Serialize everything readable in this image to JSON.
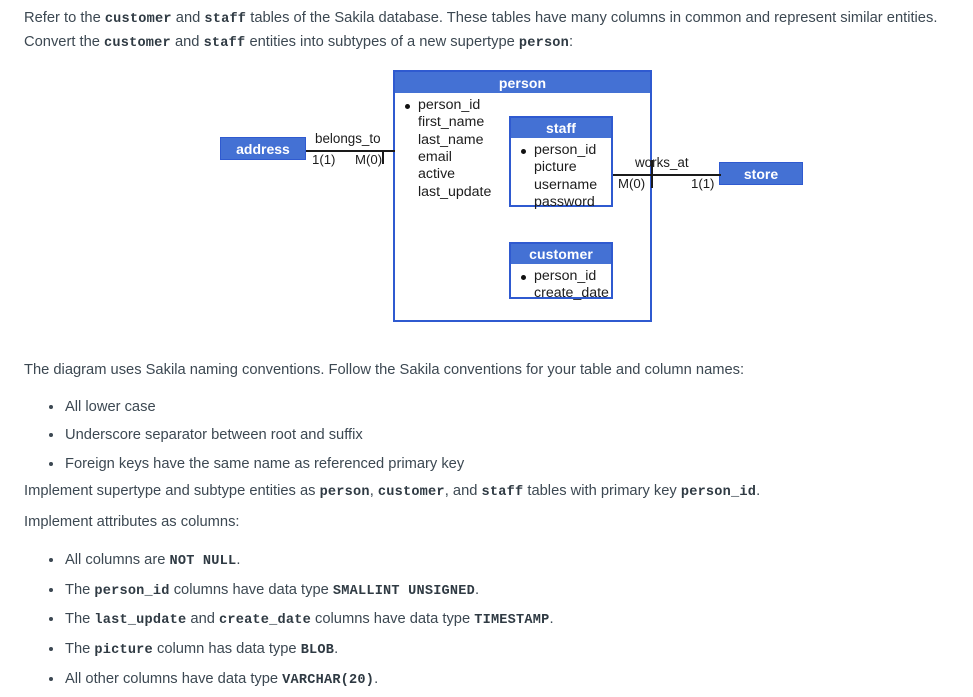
{
  "document": {
    "intro": {
      "line_parts": [
        {
          "t": "Refer to the ",
          "m": false
        },
        {
          "t": "customer",
          "m": true
        },
        {
          "t": " and ",
          "m": false
        },
        {
          "t": "staff",
          "m": true
        },
        {
          "t": " tables of the Sakila database. These tables have many columns in common and represent similar entities. Convert the ",
          "m": false
        },
        {
          "t": "customer",
          "m": true
        },
        {
          "t": " and ",
          "m": false
        },
        {
          "t": "staff",
          "m": true
        },
        {
          "t": " entities into subtypes of a new supertype ",
          "m": false
        },
        {
          "t": "person",
          "m": true
        },
        {
          "t": ":",
          "m": false
        }
      ]
    },
    "conventions_intro": "The diagram uses Sakila naming conventions. Follow the Sakila conventions for your table and column names:",
    "conventions": [
      "All lower case",
      "Underscore separator between root and suffix",
      "Foreign keys have the same name as referenced primary key"
    ],
    "implement_line_parts": [
      {
        "t": "Implement supertype and subtype entities as ",
        "m": false
      },
      {
        "t": "person",
        "m": true
      },
      {
        "t": ", ",
        "m": false
      },
      {
        "t": "customer",
        "m": true
      },
      {
        "t": ", and ",
        "m": false
      },
      {
        "t": "staff",
        "m": true
      },
      {
        "t": " tables with primary key ",
        "m": false
      },
      {
        "t": "person_id",
        "m": true
      },
      {
        "t": ".",
        "m": false
      }
    ],
    "attributes_intro": "Implement attributes as columns:",
    "attribute_rules": [
      [
        {
          "t": "All columns are ",
          "m": false
        },
        {
          "t": "NOT NULL",
          "m": true
        },
        {
          "t": ".",
          "m": false
        }
      ],
      [
        {
          "t": "The ",
          "m": false
        },
        {
          "t": "person_id",
          "m": true
        },
        {
          "t": " columns have data type ",
          "m": false
        },
        {
          "t": "SMALLINT UNSIGNED",
          "m": true
        },
        {
          "t": ".",
          "m": false
        }
      ],
      [
        {
          "t": "The ",
          "m": false
        },
        {
          "t": "last_update",
          "m": true
        },
        {
          "t": " and ",
          "m": false
        },
        {
          "t": "create_date",
          "m": true
        },
        {
          "t": " columns have data type ",
          "m": false
        },
        {
          "t": "TIMESTAMP",
          "m": true
        },
        {
          "t": ".",
          "m": false
        }
      ],
      [
        {
          "t": "The ",
          "m": false
        },
        {
          "t": "picture",
          "m": true
        },
        {
          "t": " column has data type ",
          "m": false
        },
        {
          "t": "BLOB",
          "m": true
        },
        {
          "t": ".",
          "m": false
        }
      ],
      [
        {
          "t": "All other columns have data type ",
          "m": false
        },
        {
          "t": "VARCHAR(20)",
          "m": true
        },
        {
          "t": ".",
          "m": false
        }
      ]
    ]
  },
  "diagram": {
    "colors": {
      "header_fill": "#4471d4",
      "border": "#2f5ad0",
      "header_text": "#ffffff",
      "attr_text": "#1c1c1c",
      "line": "#1a1a1a"
    },
    "entities": {
      "person": {
        "title": "person",
        "attributes": [
          {
            "name": "person_id",
            "pk": true
          },
          {
            "name": "first_name",
            "pk": false
          },
          {
            "name": "last_name",
            "pk": false
          },
          {
            "name": "email",
            "pk": false
          },
          {
            "name": "active",
            "pk": false
          },
          {
            "name": "last_update",
            "pk": false
          }
        ]
      },
      "staff": {
        "title": "staff",
        "attributes": [
          {
            "name": "person_id",
            "pk": true
          },
          {
            "name": "picture",
            "pk": false
          },
          {
            "name": "username",
            "pk": false
          },
          {
            "name": "password",
            "pk": false
          }
        ]
      },
      "customer": {
        "title": "customer",
        "attributes": [
          {
            "name": "person_id",
            "pk": true
          },
          {
            "name": "create_date",
            "pk": false
          }
        ]
      },
      "address": {
        "title": "address"
      },
      "store": {
        "title": "store"
      }
    },
    "relationships": {
      "belongs_to": {
        "label": "belongs_to",
        "left_cardinality": "1(1)",
        "right_cardinality": "M(0)"
      },
      "works_at": {
        "label": "works_at",
        "left_cardinality": "M(0)",
        "right_cardinality": "1(1)"
      }
    }
  }
}
